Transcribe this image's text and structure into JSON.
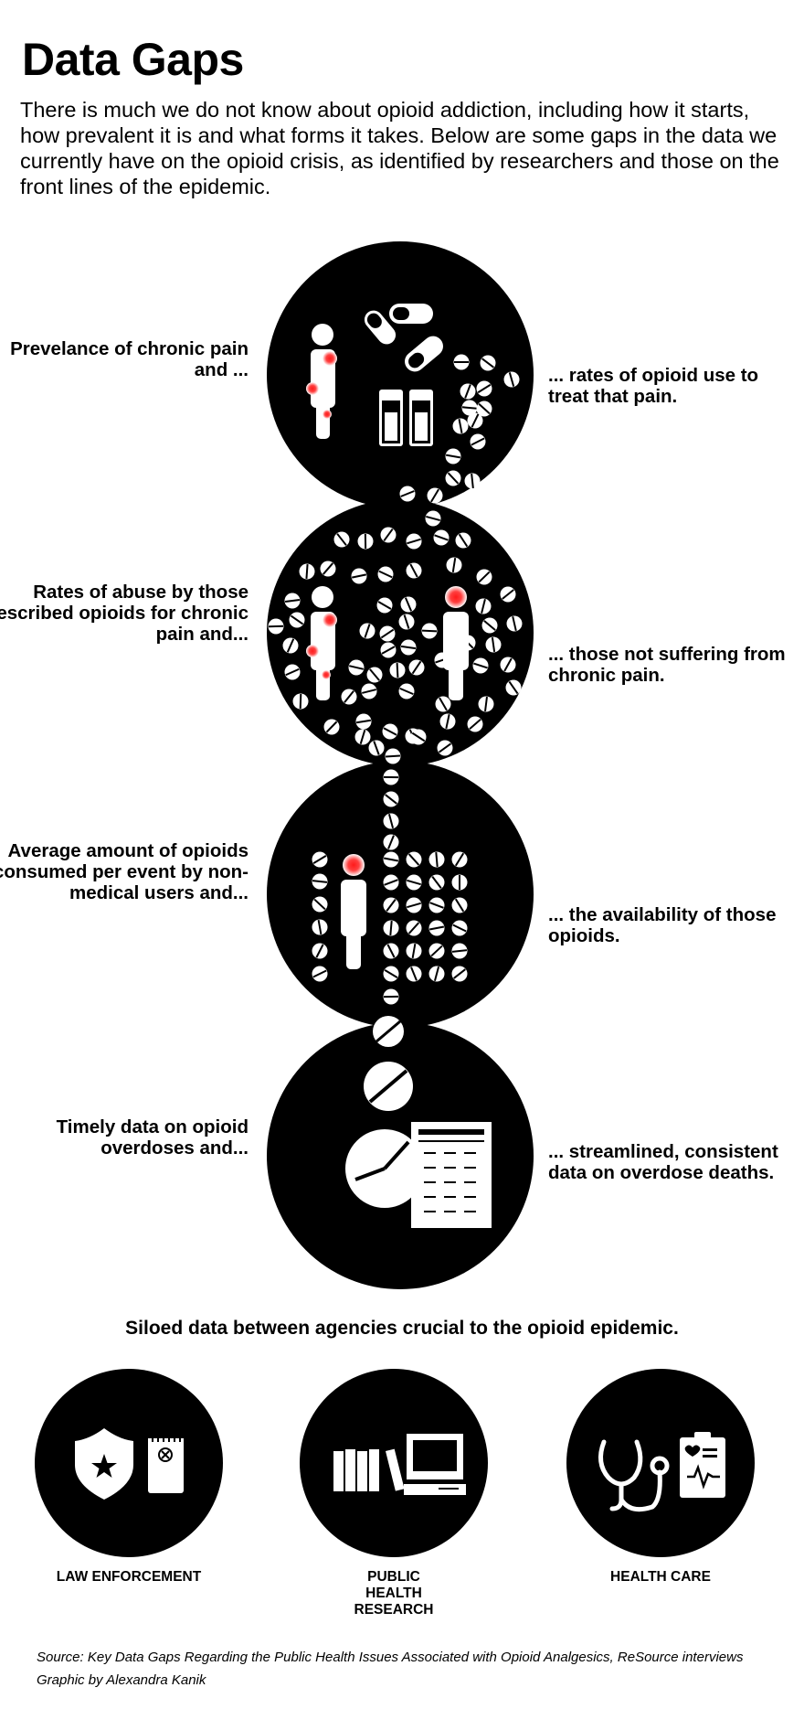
{
  "title": "Data Gaps",
  "intro": "There is much we do not know about opioid addiction, including how it starts, how prevalent it is and what forms it takes. Below are some gaps in the data we currently have on the opioid crisis, as identified by researchers and those on the front lines of the epidemic.",
  "gaps": [
    {
      "left": "Prevelance of chronic pain and ...",
      "right": "... rates of opioid use to treat that pain."
    },
    {
      "left": "Rates of abuse by those prescribed opioids for chronic pain and...",
      "right": "... those not suffering from chronic pain."
    },
    {
      "left": "Average amount of opioids consumed per event by non-medical users and...",
      "right": "... the availability of those opioids."
    },
    {
      "left": "Timely data on opioid overdoses and...",
      "right": "... streamlined, consistent data on overdose deaths."
    }
  ],
  "siloed_heading": "Siloed data between agencies crucial to the opioid epidemic.",
  "agencies": [
    {
      "label": "LAW ENFORCEMENT",
      "icon": "police-badge-notepad-icon"
    },
    {
      "label": "PUBLIC HEALTH RESEARCH",
      "icon": "books-computer-icon"
    },
    {
      "label": "HEALTH CARE",
      "icon": "stethoscope-clipboard-icon"
    }
  ],
  "source": "Source: Key Data Gaps Regarding the Public Health Issues Associated with Opioid Analgesics, ReSource interviews",
  "credit": "Graphic by Alexandra Kanik",
  "colors": {
    "background": "#ffffff",
    "ink": "#000000",
    "pain": "#ff2a2a"
  }
}
